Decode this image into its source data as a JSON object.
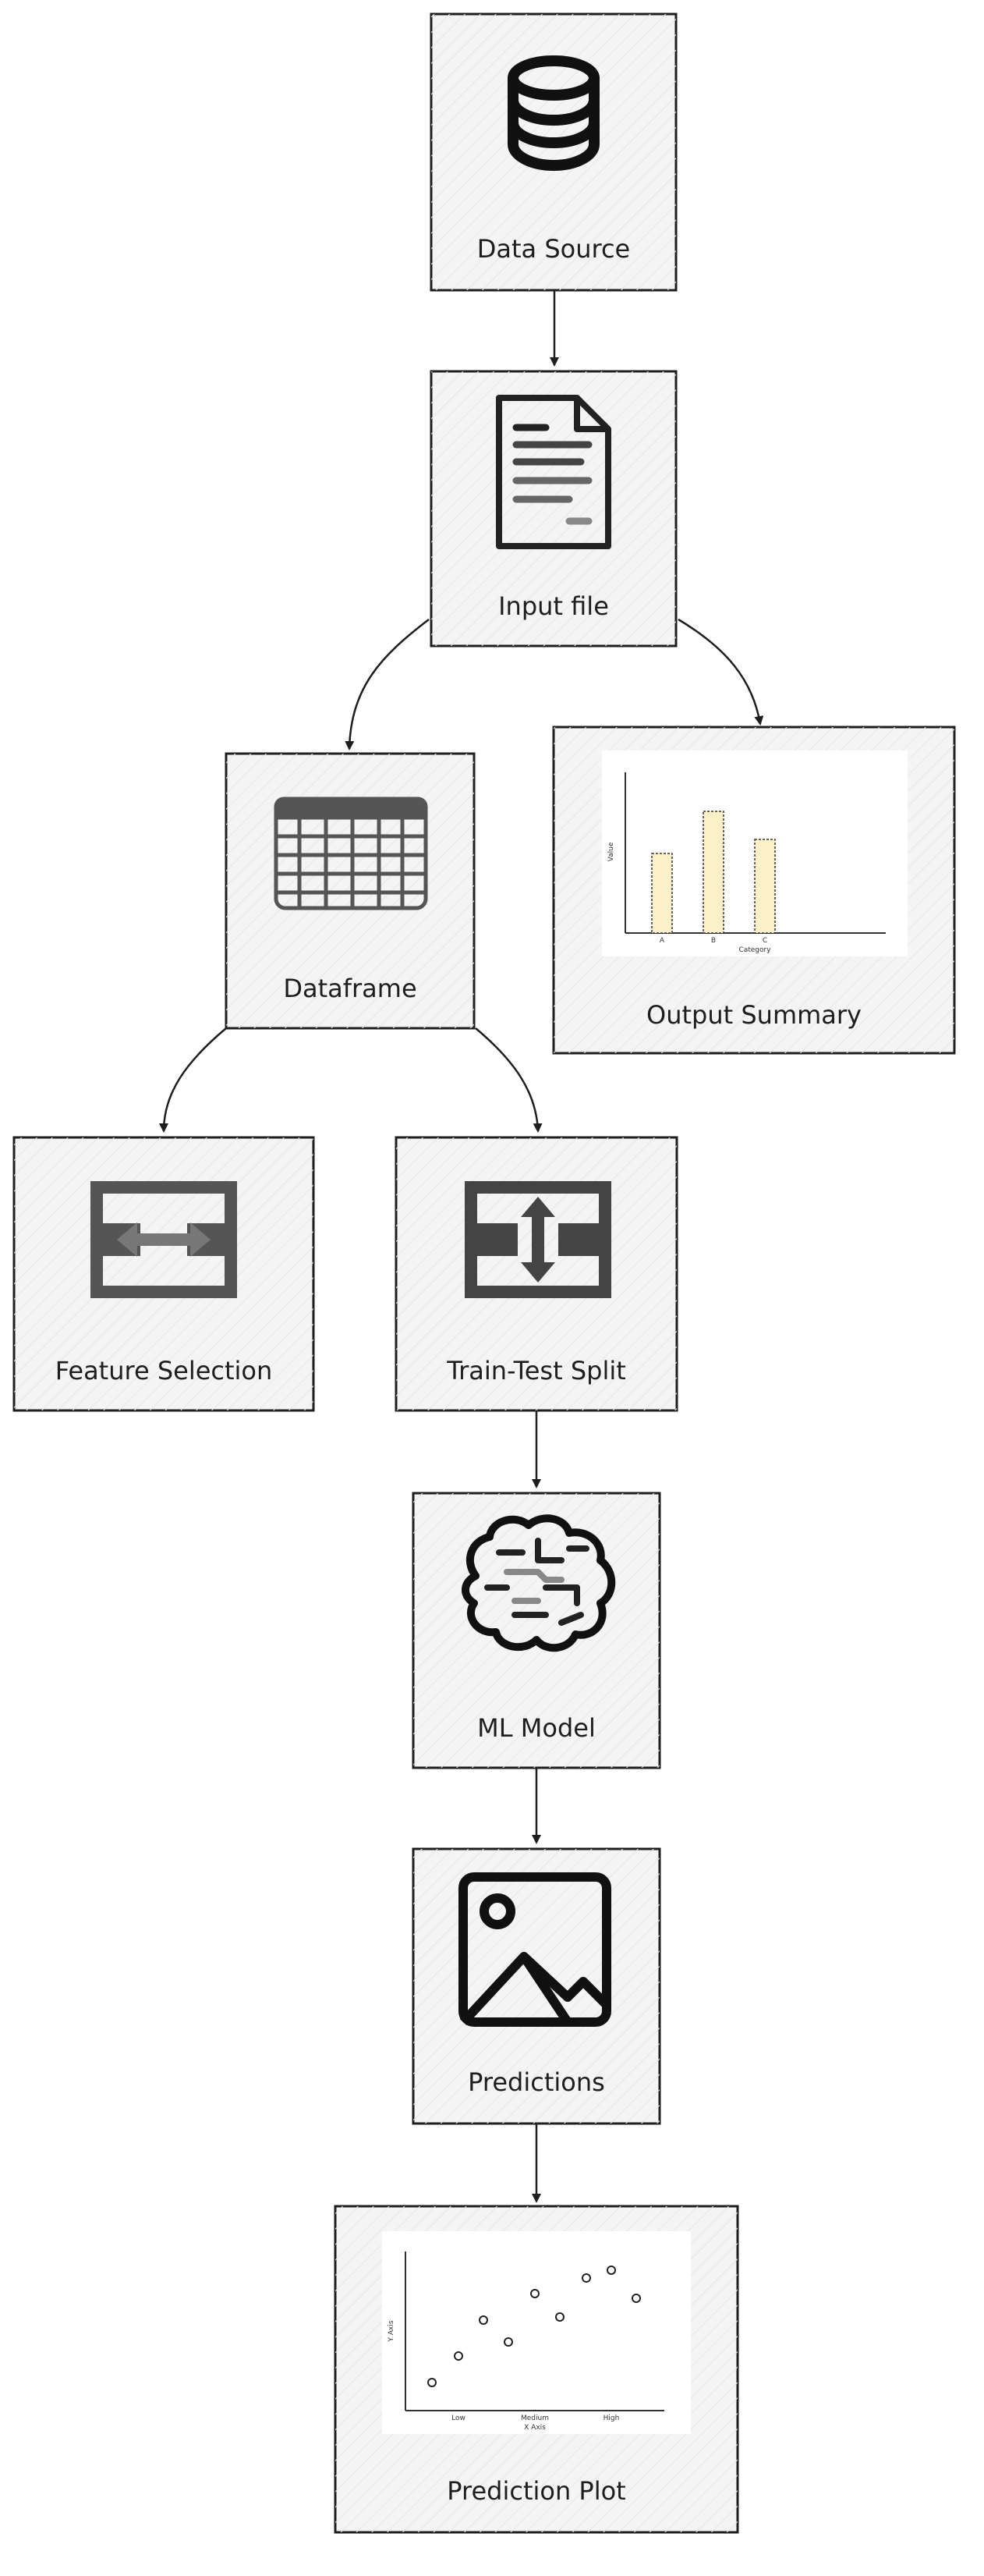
{
  "nodes": {
    "data_source": {
      "label": "Data Source",
      "icon": "database-icon"
    },
    "input_file": {
      "label": "Input file",
      "icon": "document-icon"
    },
    "dataframe": {
      "label": "Dataframe",
      "icon": "table-icon"
    },
    "output_summary": {
      "label": "Output Summary",
      "icon": "bar-chart-thumbnail"
    },
    "feature_selection": {
      "label": "Feature Selection",
      "icon": "horizontal-arrows-icon"
    },
    "train_test_split": {
      "label": "Train-Test Split",
      "icon": "vertical-arrows-icon"
    },
    "ml_model": {
      "label": "ML Model",
      "icon": "brain-icon"
    },
    "predictions": {
      "label": "Predictions",
      "icon": "image-icon"
    },
    "prediction_plot": {
      "label": "Prediction Plot",
      "icon": "scatter-plot-thumbnail"
    }
  },
  "edges": [
    {
      "from": "data_source",
      "to": "input_file"
    },
    {
      "from": "input_file",
      "to": "dataframe"
    },
    {
      "from": "input_file",
      "to": "output_summary"
    },
    {
      "from": "dataframe",
      "to": "feature_selection"
    },
    {
      "from": "dataframe",
      "to": "train_test_split"
    },
    {
      "from": "train_test_split",
      "to": "ml_model"
    },
    {
      "from": "ml_model",
      "to": "predictions"
    },
    {
      "from": "predictions",
      "to": "prediction_plot"
    }
  ],
  "output_summary_chart": {
    "ylabel": "Value",
    "xlabel": "Category",
    "categories": [
      "A",
      "B",
      "C"
    ]
  },
  "prediction_plot_chart": {
    "ylabel": "Y Axis",
    "xlabel": "X Axis",
    "categories": [
      "Low",
      "Medium",
      "High"
    ]
  },
  "colors": {
    "node_fill": "#f4f4f4",
    "stroke": "#1e1e1e",
    "bar_fill": "#fdefc7"
  }
}
